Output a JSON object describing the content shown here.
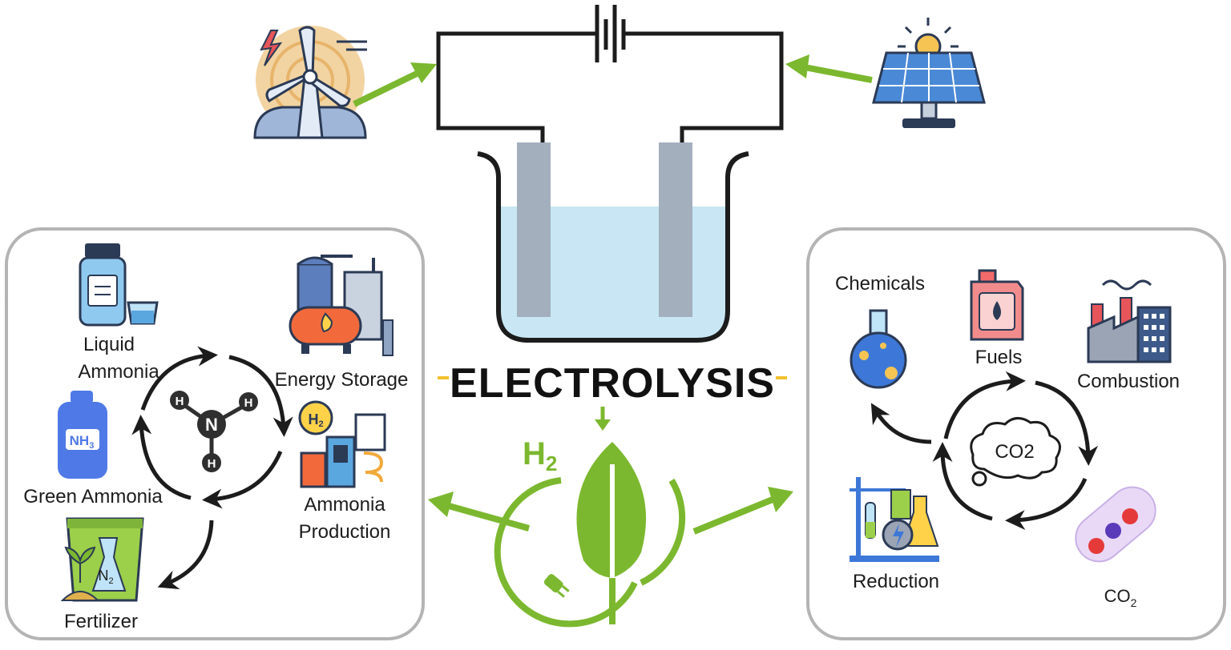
{
  "title": "ELECTROLYSIS",
  "hydrogen": {
    "symbol": "H",
    "subscript": "2"
  },
  "ammonia_panel": {
    "molecule_center": "N",
    "molecule_atom": "H",
    "items": {
      "liquid_ammonia": [
        "Liquid",
        "Ammonia"
      ],
      "energy_storage": "Energy Storage",
      "green_ammonia": "Green Ammonia",
      "ammonia_production": [
        "Ammonia",
        "Production"
      ],
      "fertilizer": "Fertilizer"
    },
    "bottle_label": {
      "main": "NH",
      "sub": "3"
    },
    "bag_label": {
      "main": "N",
      "sub": "2"
    },
    "h2_badge": {
      "main": "H",
      "sub": "2"
    }
  },
  "co2_panel": {
    "cloud_label": "CO2",
    "items": {
      "chemicals": "Chemicals",
      "fuels": "Fuels",
      "combustion": "Combustion",
      "reduction": "Reduction",
      "co2": {
        "main": "CO",
        "sub": "2"
      }
    }
  },
  "icons": {
    "wind": "wind-turbine-icon",
    "solar": "solar-panel-icon",
    "battery": "battery-symbol-icon"
  },
  "colors": {
    "accent_green": "#7cb82f",
    "dash_yellow": "#f2c12e",
    "electrolyte": "#c8e6f3",
    "electrode": "#a3afbd",
    "panel_border": "#b4b4b4"
  }
}
